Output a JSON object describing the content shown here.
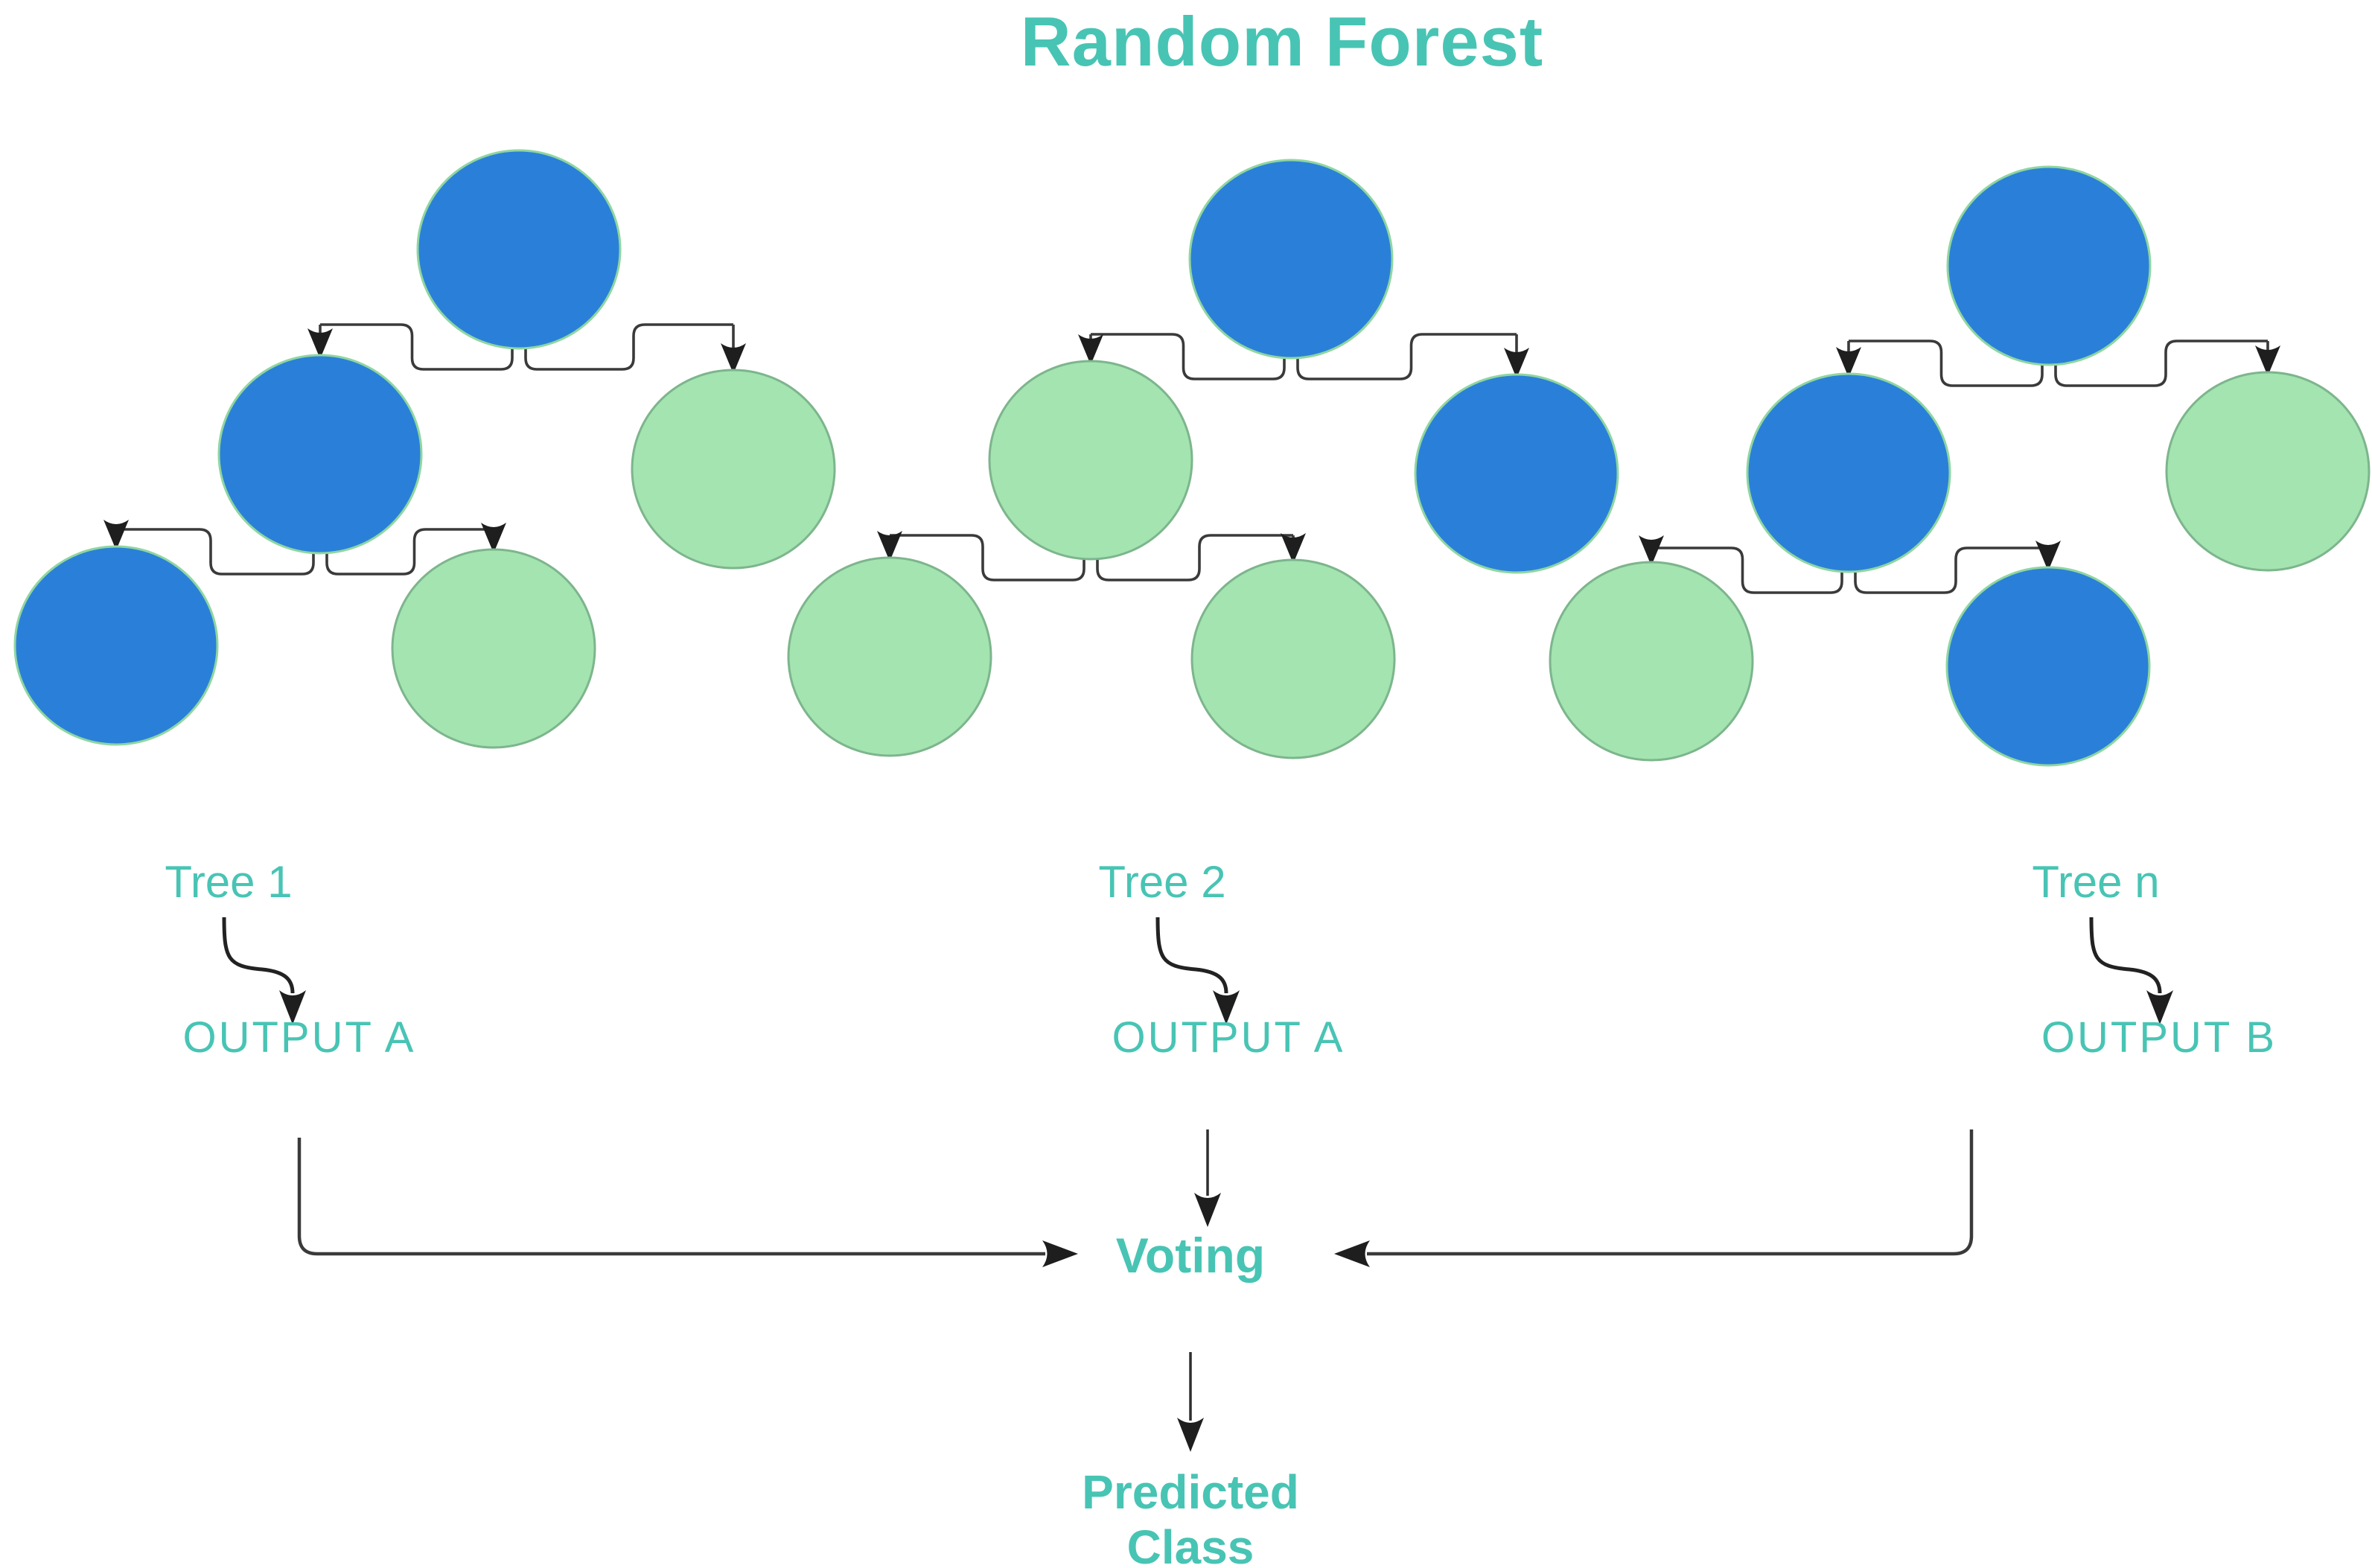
{
  "title": "Random Forest",
  "colors": {
    "node_blue": "#2a80d8",
    "node_green": "#a3e4b0",
    "blue_node_stroke": "#8fd6a0",
    "green_node_stroke": "#7db58c",
    "accent_text": "#48c4b4",
    "connector_line": "#3a3a3a",
    "arrowhead": "#1e1e1e"
  },
  "trees": [
    {
      "label": "Tree 1",
      "output": "OUTPUT A",
      "nodes": [
        {
          "id": "root",
          "color": "blue"
        },
        {
          "id": "left",
          "color": "blue"
        },
        {
          "id": "right",
          "color": "green"
        },
        {
          "id": "left-left",
          "color": "blue"
        },
        {
          "id": "left-right",
          "color": "green"
        }
      ]
    },
    {
      "label": "Tree 2",
      "output": "OUTPUT A",
      "nodes": [
        {
          "id": "root",
          "color": "blue"
        },
        {
          "id": "left",
          "color": "green"
        },
        {
          "id": "right",
          "color": "blue"
        },
        {
          "id": "left-left",
          "color": "green"
        },
        {
          "id": "left-right",
          "color": "green"
        }
      ]
    },
    {
      "label": "Tree n",
      "output": "OUTPUT B",
      "nodes": [
        {
          "id": "root",
          "color": "blue"
        },
        {
          "id": "left",
          "color": "blue"
        },
        {
          "id": "right",
          "color": "green"
        },
        {
          "id": "left-left",
          "color": "green"
        },
        {
          "id": "left-right",
          "color": "blue"
        }
      ]
    }
  ],
  "voting_label": "Voting",
  "predicted_label": "Predicted Class"
}
